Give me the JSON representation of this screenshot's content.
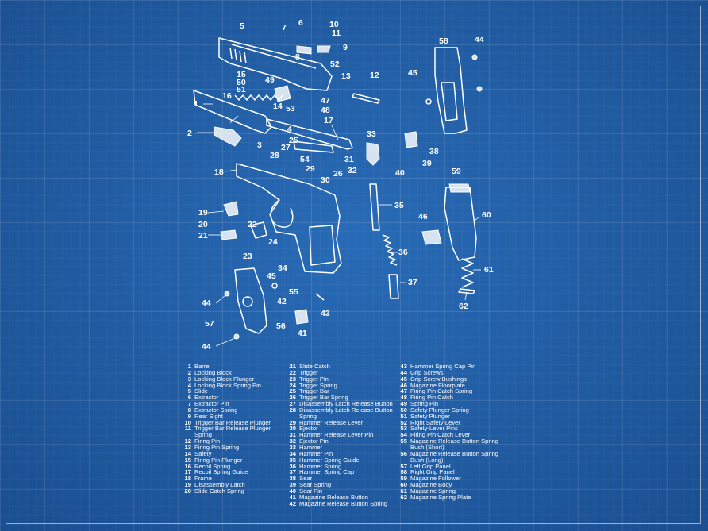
{
  "callouts": [
    "1",
    "2",
    "3",
    "4",
    "5",
    "6",
    "7",
    "8",
    "9",
    "10",
    "11",
    "12",
    "13",
    "14",
    "15",
    "16",
    "17",
    "18",
    "19",
    "20",
    "21",
    "22",
    "23",
    "24",
    "25",
    "26",
    "27",
    "28",
    "29",
    "30",
    "31",
    "32",
    "33",
    "34",
    "35",
    "36",
    "37",
    "38",
    "39",
    "40",
    "41",
    "42",
    "43",
    "44",
    "44",
    "44",
    "45",
    "45",
    "46",
    "47",
    "48",
    "49",
    "50",
    "51",
    "52",
    "53",
    "54",
    "55",
    "56",
    "57",
    "58",
    "59",
    "60",
    "61",
    "62"
  ],
  "legend": {
    "col1": [
      {
        "num": "1",
        "name": "Barrel"
      },
      {
        "num": "2",
        "name": "Locking Block"
      },
      {
        "num": "3",
        "name": "Locking Block Plunger"
      },
      {
        "num": "4",
        "name": "Locking Block Spring Pin"
      },
      {
        "num": "5",
        "name": "Slide"
      },
      {
        "num": "6",
        "name": "Extractor"
      },
      {
        "num": "7",
        "name": "Extractor Pin"
      },
      {
        "num": "8",
        "name": "Extractor Spring"
      },
      {
        "num": "9",
        "name": "Rear Sight"
      },
      {
        "num": "10",
        "name": "Trigger Bar Release Plunger"
      },
      {
        "num": "11",
        "name": "Trigger Bar Release Plunger",
        "cont": "Spring"
      },
      {
        "num": "12",
        "name": "Firing Pin"
      },
      {
        "num": "13",
        "name": "Firing Pin Spring"
      },
      {
        "num": "14",
        "name": "Safety"
      },
      {
        "num": "15",
        "name": "Firing Pin Plunger"
      },
      {
        "num": "16",
        "name": "Recoil Spring"
      },
      {
        "num": "17",
        "name": "Recoil Spring Guide"
      },
      {
        "num": "18",
        "name": "Frame"
      },
      {
        "num": "19",
        "name": "Disassembly Latch"
      },
      {
        "num": "20",
        "name": "Slide Catch Spring"
      }
    ],
    "col2": [
      {
        "num": "21",
        "name": "Slide Catch"
      },
      {
        "num": "22",
        "name": "Trigger"
      },
      {
        "num": "23",
        "name": "Trigger Pin"
      },
      {
        "num": "24",
        "name": "Trigger Spring"
      },
      {
        "num": "25",
        "name": "Trigger Bar"
      },
      {
        "num": "26",
        "name": "Trigger Bar Spring"
      },
      {
        "num": "27",
        "name": "Disassembly Latch Release Button"
      },
      {
        "num": "28",
        "name": "Disassembly Latch Release Button",
        "cont": "Spring"
      },
      {
        "num": "29",
        "name": "Hammer Release Lever"
      },
      {
        "num": "30",
        "name": "Ejector"
      },
      {
        "num": "31",
        "name": "Hammer Release Lever Pin"
      },
      {
        "num": "32",
        "name": "Ejector Pin"
      },
      {
        "num": "33",
        "name": "Hammer"
      },
      {
        "num": "34",
        "name": "Hammer Pin"
      },
      {
        "num": "35",
        "name": "Hammer Spring Guide"
      },
      {
        "num": "36",
        "name": "Hammer Spring"
      },
      {
        "num": "37",
        "name": "Hammer Spring Cap"
      },
      {
        "num": "38",
        "name": "Sear"
      },
      {
        "num": "39",
        "name": "Sear Spring"
      },
      {
        "num": "40",
        "name": "Sear Pin"
      },
      {
        "num": "41",
        "name": "Magazine Release Button"
      },
      {
        "num": "42",
        "name": "Magazine Release Button Spring"
      }
    ],
    "col3": [
      {
        "num": "43",
        "name": "Hammer Spring Cap Pin"
      },
      {
        "num": "44",
        "name": "Grip Screws"
      },
      {
        "num": "45",
        "name": "Grip Screw Bushings"
      },
      {
        "num": "46",
        "name": "Magazine Floorplate"
      },
      {
        "num": "47",
        "name": "Firing Pin Catch Spring"
      },
      {
        "num": "48",
        "name": "Firing Pin Catch"
      },
      {
        "num": "49",
        "name": "Spring Pin"
      },
      {
        "num": "50",
        "name": "Safety Plunger Spring"
      },
      {
        "num": "51",
        "name": "Safety Plunger"
      },
      {
        "num": "52",
        "name": "Right Safety-Lever"
      },
      {
        "num": "53",
        "name": "Safety-Lever Pins"
      },
      {
        "num": "54",
        "name": "Firing Pin Catch Lever"
      },
      {
        "num": "55",
        "name": "Magazine Release Button Spring",
        "cont": "Bush (Short)"
      },
      {
        "num": "56",
        "name": "Magazine Release Button Spring",
        "cont": "Bush (Long)"
      },
      {
        "num": "57",
        "name": "Left Grip Panel"
      },
      {
        "num": "58",
        "name": "Right Grip Panel"
      },
      {
        "num": "59",
        "name": "Magazine Follower"
      },
      {
        "num": "60",
        "name": "Magazine Body"
      },
      {
        "num": "61",
        "name": "Magazine Spring"
      },
      {
        "num": "62",
        "name": "Magazine Spring Plate"
      }
    ]
  }
}
